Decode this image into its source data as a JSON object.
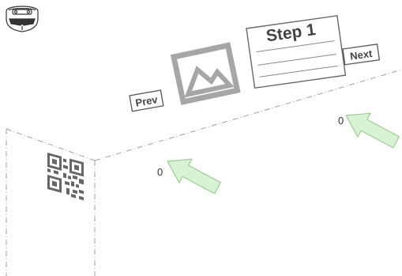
{
  "scene": {
    "step_card": {
      "title": "Step 1"
    },
    "buttons": {
      "prev_label": "Prev",
      "next_label": "Next"
    },
    "markers": [
      {
        "label": "0"
      },
      {
        "label": "0"
      }
    ],
    "colors": {
      "arrow_fill": "#d8f2d4",
      "arrow_stroke": "#9ccc94",
      "line": "#a0a0a0",
      "image_placeholder": "#a6a6a6"
    },
    "icons": {
      "headset": "mixed-reality-headset-icon",
      "qr": "qr-code-icon",
      "image": "image-placeholder-icon",
      "arrow": "pointer-arrow-icon"
    }
  }
}
